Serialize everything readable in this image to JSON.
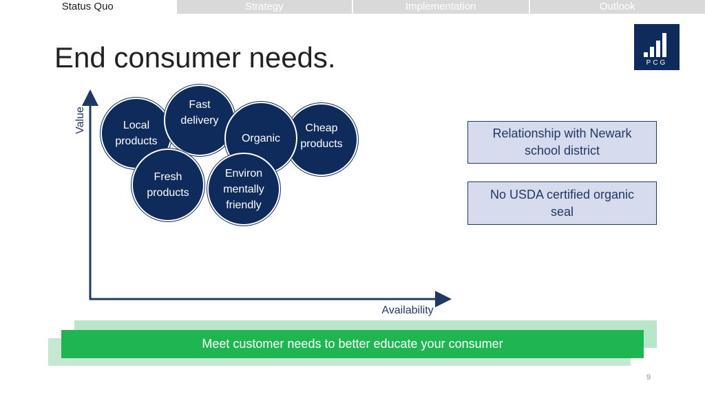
{
  "nav": {
    "tabs": [
      {
        "label": "Status Quo",
        "active": true
      },
      {
        "label": "Strategy",
        "active": false
      },
      {
        "label": "Implementation",
        "active": false
      },
      {
        "label": "Outlook",
        "active": false
      }
    ]
  },
  "logo": {
    "text": "PCG",
    "icon": "bar-chart-logo-icon"
  },
  "title": "End consumer needs.",
  "axes": {
    "y_label": "Value",
    "x_label": "Availability"
  },
  "bubbles": [
    {
      "lines": [
        "Local",
        "products"
      ]
    },
    {
      "lines": [
        "Fast",
        "delivery"
      ]
    },
    {
      "lines": [
        "Organic"
      ]
    },
    {
      "lines": [
        "Cheap",
        "products"
      ]
    },
    {
      "lines": [
        "Fresh",
        "products"
      ]
    },
    {
      "lines": [
        "Environ",
        "mentally",
        "friendly"
      ]
    }
  ],
  "boxes": [
    {
      "lines": [
        "Relationship with Newark",
        "school district"
      ]
    },
    {
      "lines": [
        "No USDA certified organic",
        "seal"
      ]
    }
  ],
  "banner": "Meet customer needs to better educate your consumer",
  "page_number": "9",
  "colors": {
    "navy": "#0f2b5b",
    "box_fill": "#d6dcee",
    "banner_green": "#1fb553",
    "tab_inactive": "#d9d9d9"
  }
}
